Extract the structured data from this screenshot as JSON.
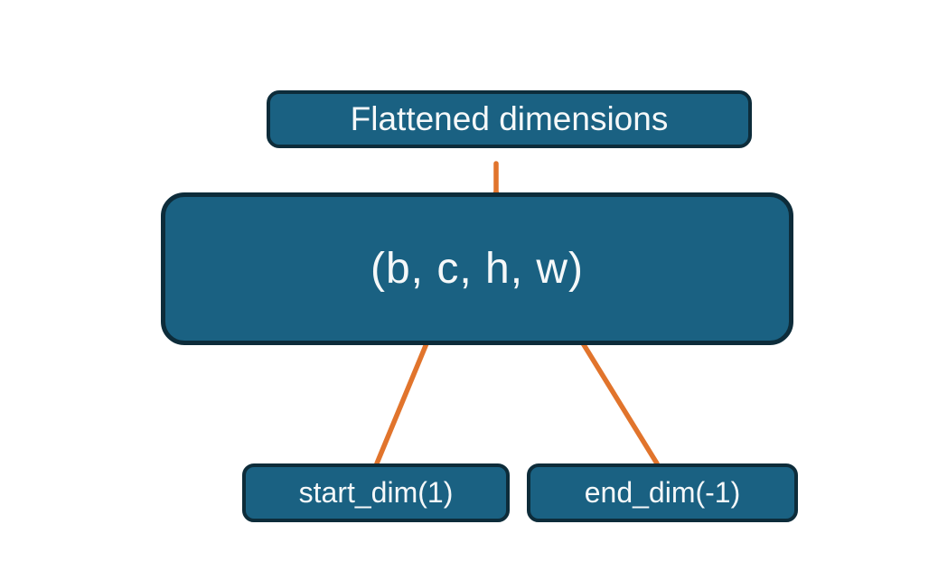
{
  "diagram": {
    "title_box": {
      "label": "Flattened dimensions"
    },
    "tensor_box": {
      "label": "(b, c, h, w)"
    },
    "start_dim_box": {
      "label": "start_dim(1)"
    },
    "end_dim_box": {
      "label": "end_dim(-1)"
    },
    "connectors": {
      "brace": "curly-brace grouping c..w dimensions up to title box",
      "arrow_left": "start_dim(1) points to dimension c",
      "arrow_right": "end_dim(-1) points to dimension w"
    }
  },
  "colors": {
    "box-fill": "#1a6182",
    "box-border": "#0d2c3a",
    "accent-orange": "#e1742c",
    "text-color": "#f5f8f9",
    "bg": "#ffffff"
  }
}
